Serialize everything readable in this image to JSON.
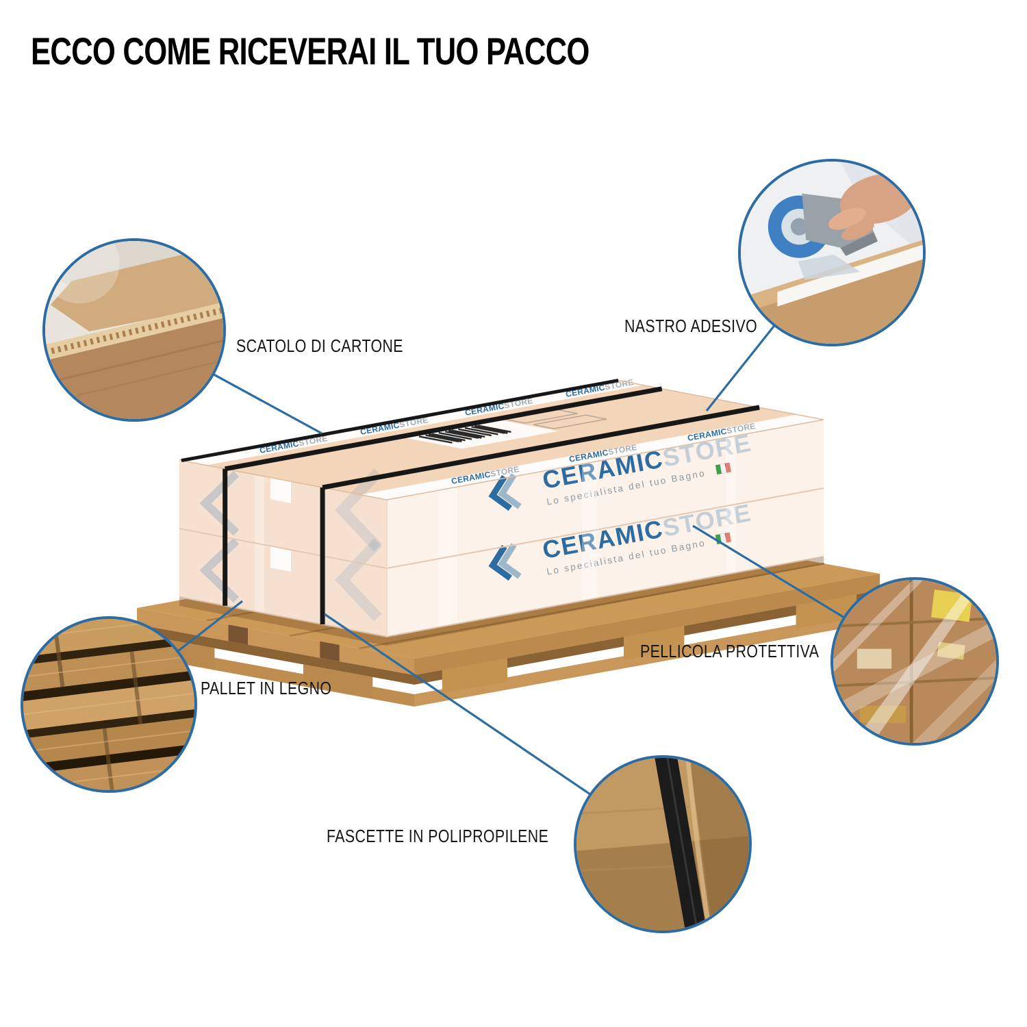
{
  "page": {
    "title": "ECCO COME RICEVERAI IL TUO PACCO"
  },
  "brand": {
    "name_primary": "CERAMIC",
    "name_secondary": "STORE",
    "tagline": "Lo specialista del tuo Bagno",
    "accent_color": "#2b6ca3"
  },
  "callouts": [
    {
      "id": "scatolo",
      "label": "SCATOLO DI CARTONE",
      "photo": "cardboard-box-corner-photo"
    },
    {
      "id": "nastro",
      "label": "NASTRO ADESIVO",
      "photo": "tape-dispenser-photo"
    },
    {
      "id": "pallet",
      "label": "PALLET IN LEGNO",
      "photo": "wooden-pallet-photo"
    },
    {
      "id": "pellicola",
      "label": "PELLICOLA PROTETTIVA",
      "photo": "film-wrapped-boxes-photo"
    },
    {
      "id": "fascette",
      "label": "FASCETTE IN POLIPROPILENE",
      "photo": "strap-on-box-photo"
    }
  ]
}
